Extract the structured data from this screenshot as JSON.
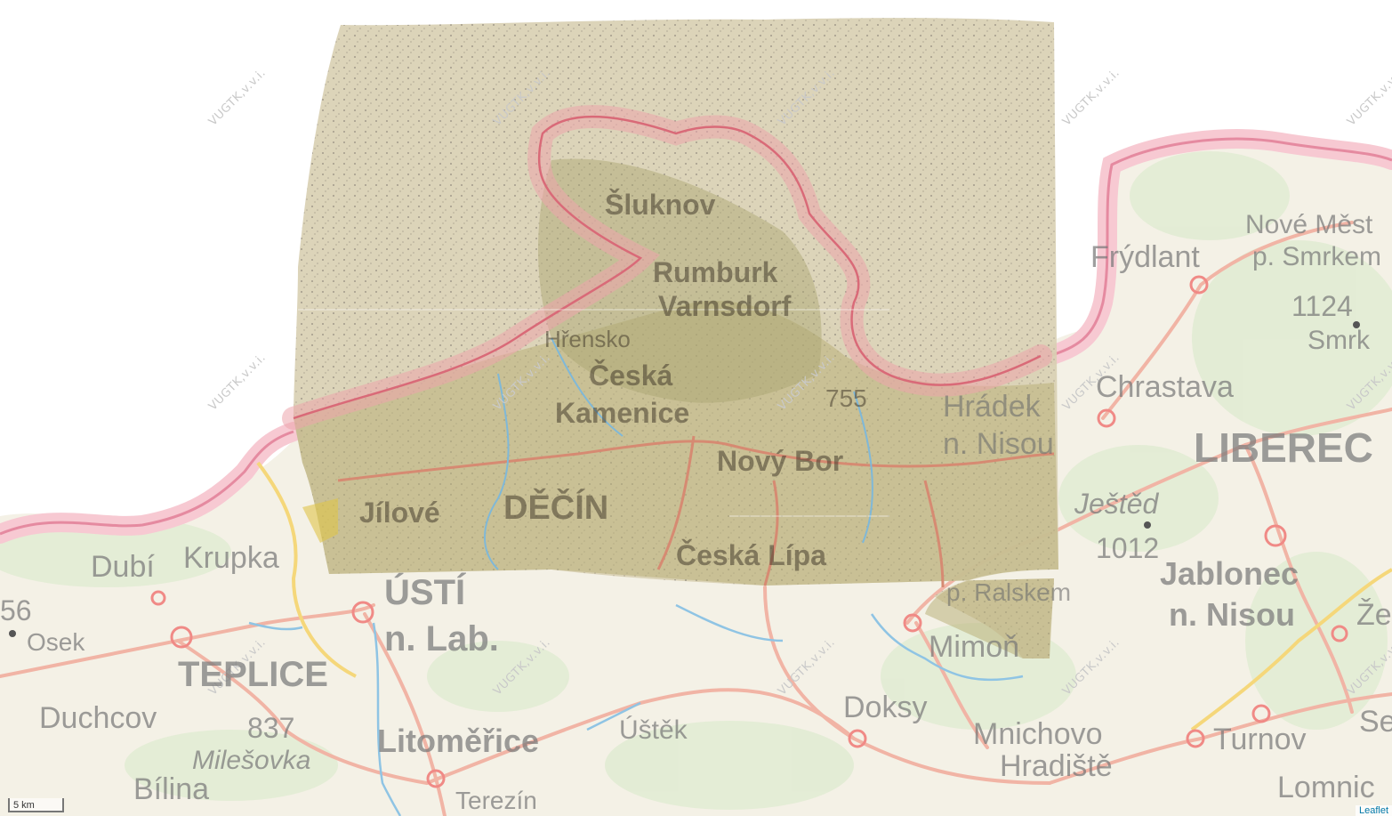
{
  "watermark_text": "VUGTK,v.v.i.",
  "scale_label": "5 km",
  "attribution": "Leaflet",
  "base_labels": {
    "frydlant": "Frýdlant",
    "nove_mesto_1": "Nové Měst",
    "nove_mesto_2": "p. Smrkem",
    "peak_1124": "1124",
    "smrk": "Smrk",
    "chrastava": "Chrastava",
    "liberec": "LIBEREC",
    "jested": "Ještěd",
    "peak_1012": "1012",
    "jablonec_1": "Jablonec",
    "jablonec_2": "n. Nisou",
    "ze": "Že",
    "dubi": "Dubí",
    "krupka": "Krupka",
    "peak_56": "56",
    "osek": "Osek",
    "usti_1": "ÚSTÍ",
    "usti_2": "n. Lab.",
    "teplice": "TEPLICE",
    "duchcov": "Duchcov",
    "peak_837": "837",
    "milesovka": "Milešovka",
    "bilina": "Bílina",
    "litomerice": "Litoměřice",
    "ustek": "Úštěk",
    "terezin": "Terezín",
    "mimon": "Mimoň",
    "doksy": "Doksy",
    "mnichovo_1": "Mnichovo",
    "mnichovo_2": "Hradiště",
    "turnov": "Turnov",
    "ser": "Ser",
    "lomnice": "Lomnic",
    "hradek_1": "Hrádek",
    "hradek_2": "n. Nisou",
    "ralsko_2": "p. Ralskem"
  },
  "overlay_labels": {
    "sluknov": "Šluknov",
    "rumburk": "Rumburk",
    "varnsdorf": "Varnsdorf",
    "hrensko": "Hřensko",
    "ceska_kamenice_1": "Česká",
    "ceska_kamenice_2": "Kamenice",
    "peak_755": "755",
    "novy_bor": "Nový Bor",
    "jilove": "Jílové",
    "decin": "DĚČÍN",
    "ceska_lipa": "Česká Lípa"
  }
}
